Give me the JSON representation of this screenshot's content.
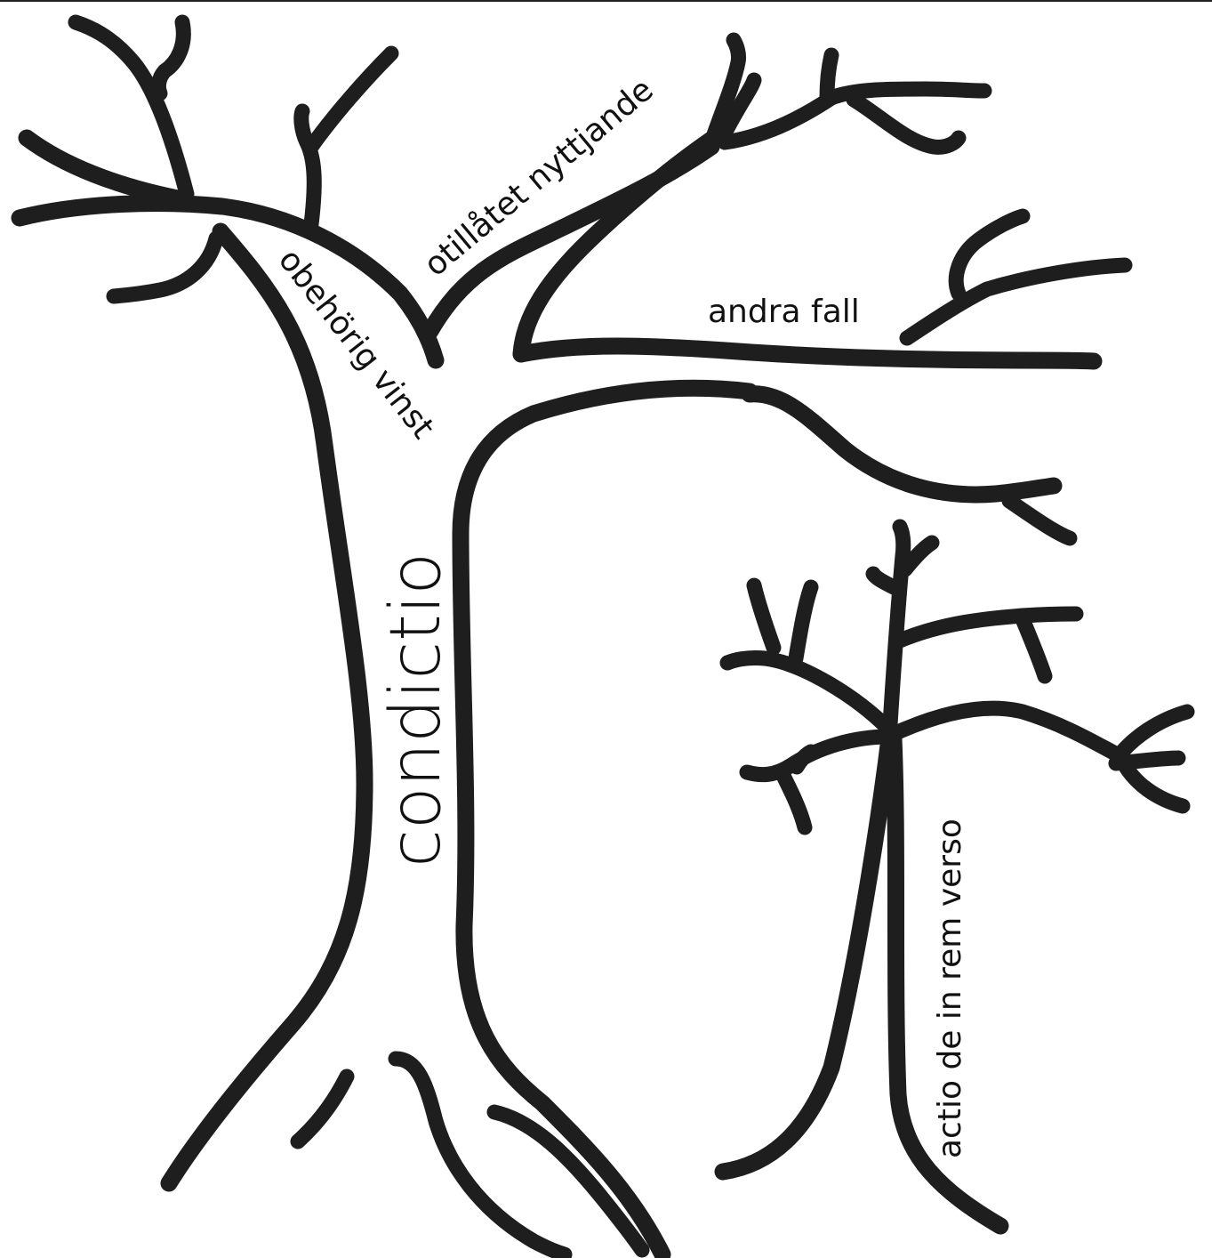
{
  "diagram": {
    "labels": {
      "main_trunk": "condictio",
      "left_branch": "obehörig vinst",
      "upper_branch": "otillåtet nyttjande",
      "right_branch": "andra fall",
      "small_tree": "actio de in rem verso"
    },
    "ink_color": "#1e1e1e",
    "background_color": "#ffffff"
  }
}
